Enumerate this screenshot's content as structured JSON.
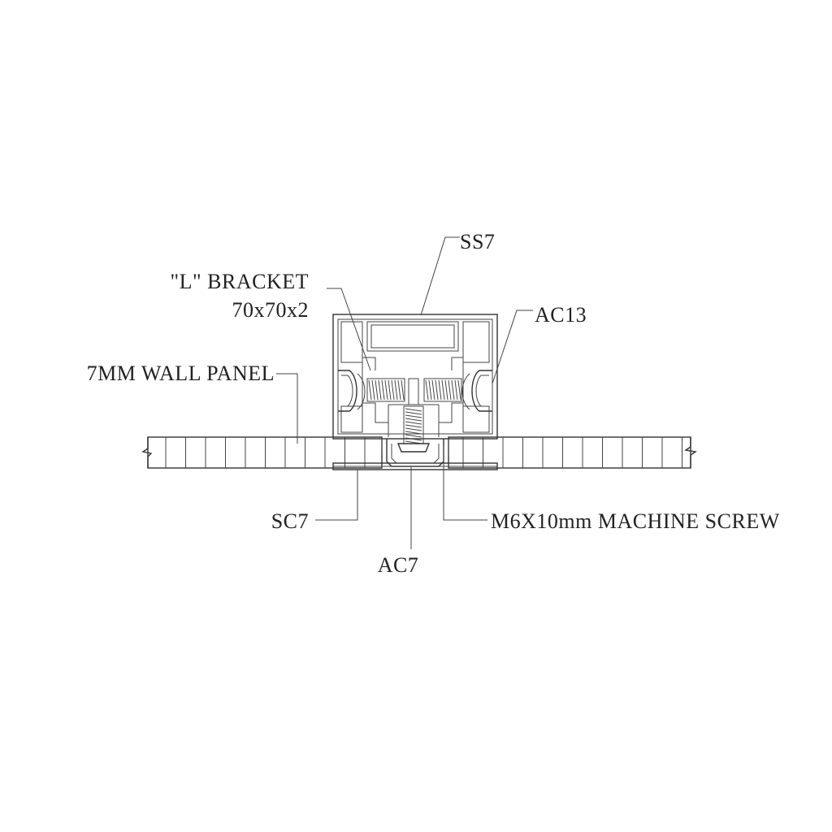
{
  "labels": {
    "ss7": "SS7",
    "l_bracket_line1": "\"L\" BRACKET",
    "l_bracket_line2": "70x70x2",
    "ac13": "AC13",
    "wall_panel": "7MM WALL PANEL",
    "sc7": "SC7",
    "machine_screw": "M6X10mm MACHINE SCREW",
    "ac7": "AC7"
  },
  "colors": {
    "line": "#333333",
    "text": "#222222",
    "background": "#ffffff"
  }
}
